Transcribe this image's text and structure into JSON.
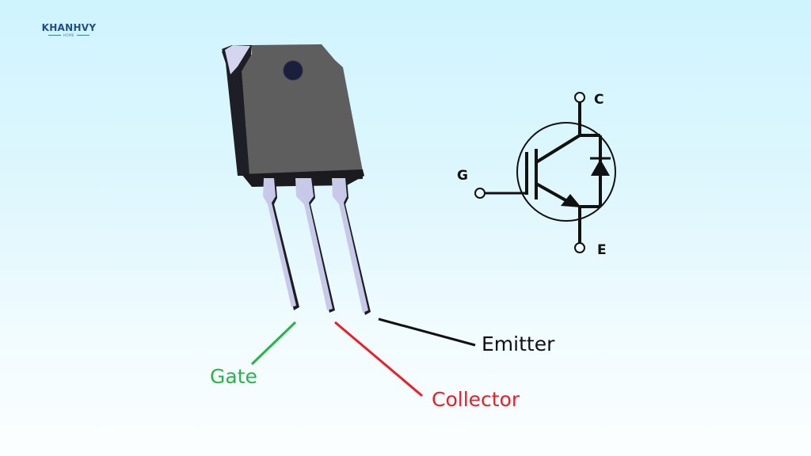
{
  "logo": {
    "brand": "KHANHVY",
    "sub": "HOME"
  },
  "component": {
    "name": "IGBT transistor package",
    "pins": [
      {
        "label": "Gate",
        "color": "#27b54a"
      },
      {
        "label": "Collector",
        "color": "#ee1c25"
      },
      {
        "label": "Emitter",
        "color": "#111111"
      }
    ]
  },
  "symbol": {
    "terminals": {
      "collector": "C",
      "gate": "G",
      "emitter": "E"
    }
  },
  "colors": {
    "background_top": "#cff4fe",
    "background_bottom": "#fbfeff",
    "package_body": "#5c5c5c",
    "package_side": "#1c1c22",
    "mounting_hole": "#1c1f3c",
    "pin": "#c8c9e8"
  }
}
